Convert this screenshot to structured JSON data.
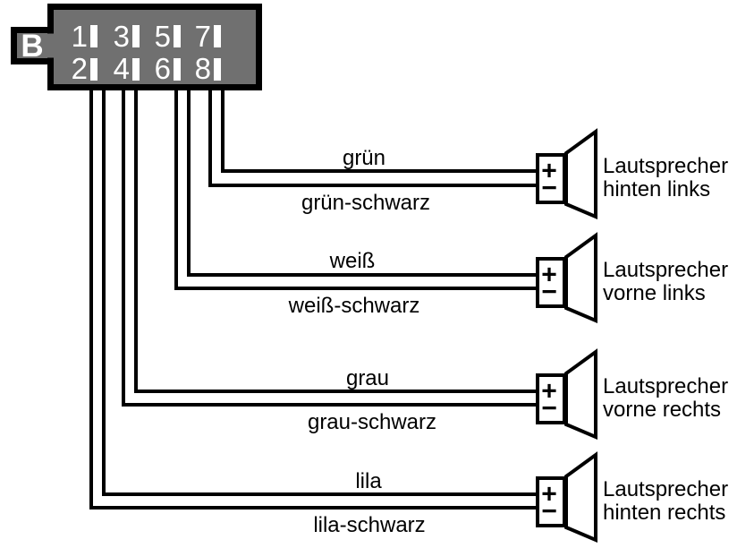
{
  "connector": {
    "label": "B",
    "top_row_pins": [
      "1",
      "3",
      "5",
      "7"
    ],
    "bottom_row_pins": [
      "2",
      "4",
      "6",
      "8"
    ]
  },
  "terminal": {
    "plus": "+",
    "minus": "−"
  },
  "speakers": [
    {
      "plus_wire": "grün",
      "minus_wire": "grün-schwarz",
      "label_line1": "Lautsprecher",
      "label_line2": "hinten links"
    },
    {
      "plus_wire": "weiß",
      "minus_wire": "weiß-schwarz",
      "label_line1": "Lautsprecher",
      "label_line2": "vorne links"
    },
    {
      "plus_wire": "grau",
      "minus_wire": "grau-schwarz",
      "label_line1": "Lautsprecher",
      "label_line2": "vorne rechts"
    },
    {
      "plus_wire": "lila",
      "minus_wire": "lila-schwarz",
      "label_line1": "Lautsprecher",
      "label_line2": "hinten rechts"
    }
  ],
  "colors": {
    "connector_fill": "#707070",
    "outline": "#000000",
    "pin_text": "#ffffff",
    "background": "#ffffff"
  }
}
